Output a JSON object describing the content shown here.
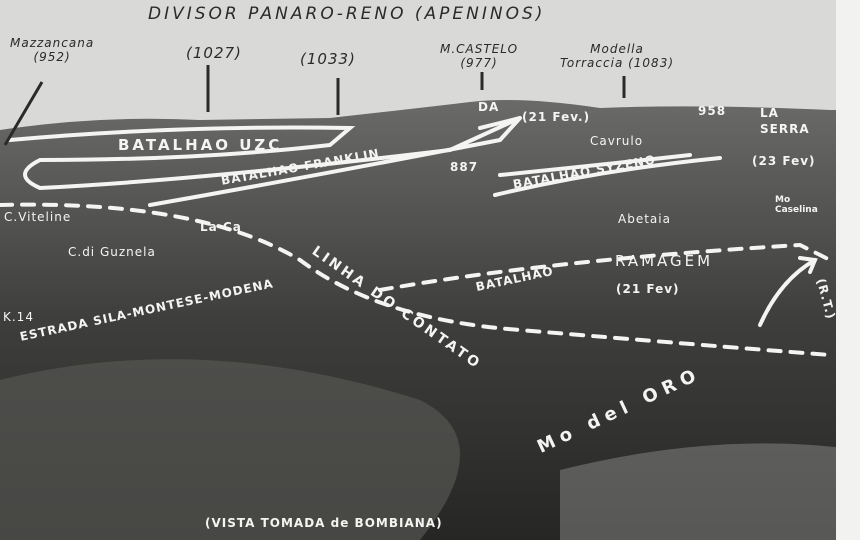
{
  "title": "DIVISOR PANARO-RENO (APENINOS)",
  "peaks": {
    "mazzancana": "Mazzancana\n(952)",
    "p1027": "(1027)",
    "p1033": "(1033)",
    "castelo": "M.CASTELO\n(977)",
    "torraccia": "Modella\nTorraccia (1083)"
  },
  "labels": {
    "da": "DA",
    "fev21a": "(21 Fev.)",
    "b958": "958",
    "laserra": "LA\nSERRA",
    "fev23": "(23 Fev)",
    "cavrulo": "Cavrulo",
    "batalhao_uzc": "BATALHAO UZC",
    "batalhao_franklin": "BATALHAO FRANKLIN",
    "b887": "887",
    "batalhao_syzeno": "BATALHAO SYZENO",
    "c_viteline": "C.Viteline",
    "c_guznela": "C.di Guznela",
    "la_ca": "La Ca",
    "abetaia": "Abetaia",
    "mo_caselina": "Mo\nCaselina",
    "linha": "LINHA DO CONTATO",
    "batalhao": "BATALHAO",
    "ramagem": "RAMAGEM",
    "fev21b": "(21 Fev)",
    "rt": "(R.T.)",
    "k14": "K.14",
    "estrada": "ESTRADA SILA-MONTESE-MODENA",
    "mo_del_oro": "Mo del ORO",
    "caption": "(VISTA TOMADA de BOMBIANA)"
  },
  "colors": {
    "sky": "#dcdcda",
    "terrain": "#4a4a48",
    "chalk": "#f4f4f2"
  }
}
